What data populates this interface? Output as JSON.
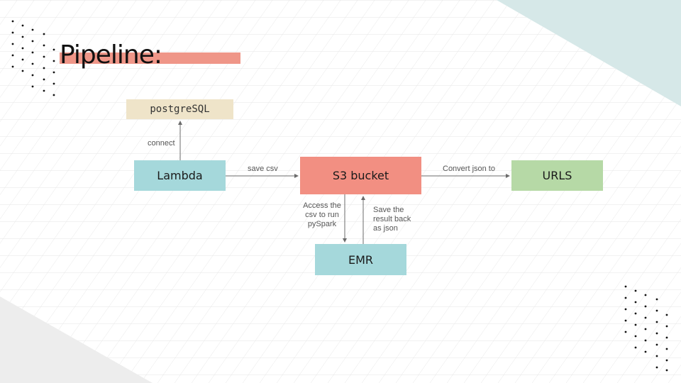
{
  "slide": {
    "title": "Pipeline:",
    "accent_color": "#ef9688"
  },
  "nodes": {
    "postgres": "postgreSQL",
    "lambda": "Lambda",
    "s3": "S3 bucket",
    "urls": "URLS",
    "emr": "EMR"
  },
  "edges": {
    "connect": "connect",
    "save_csv": "save csv",
    "convert": "Convert json to",
    "access": "Access the csv to run pySpark",
    "save_back": "Save the result back as json"
  },
  "colors": {
    "teal_node": "#a5d8db",
    "salmon_node": "#f28f82",
    "green_node": "#b6d9a6",
    "beige_node": "#efe4c9"
  }
}
